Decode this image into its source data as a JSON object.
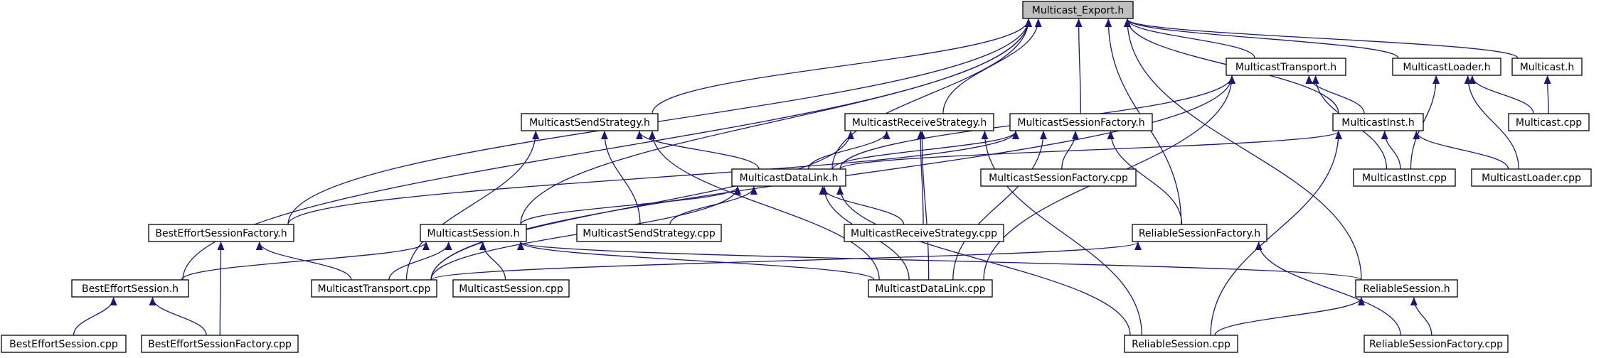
{
  "graph": {
    "nodes": [
      {
        "id": "export_h",
        "label": "Multicast_Export.h",
        "root": true
      },
      {
        "id": "transport_h",
        "label": "MulticastTransport.h"
      },
      {
        "id": "loader_h",
        "label": "MulticastLoader.h"
      },
      {
        "id": "multicast_h",
        "label": "Multicast.h"
      },
      {
        "id": "sendstrategy_h",
        "label": "MulticastSendStrategy.h"
      },
      {
        "id": "receivestrategy_h",
        "label": "MulticastReceiveStrategy.h"
      },
      {
        "id": "sessionfactory_h",
        "label": "MulticastSessionFactory.h"
      },
      {
        "id": "inst_h",
        "label": "MulticastInst.h"
      },
      {
        "id": "multicast_cpp",
        "label": "Multicast.cpp"
      },
      {
        "id": "datalink_h",
        "label": "MulticastDataLink.h"
      },
      {
        "id": "sessionfactory_cpp",
        "label": "MulticastSessionFactory.cpp"
      },
      {
        "id": "inst_cpp",
        "label": "MulticastInst.cpp"
      },
      {
        "id": "loader_cpp",
        "label": "MulticastLoader.cpp"
      },
      {
        "id": "besteffortfactory_h",
        "label": "BestEffortSessionFactory.h"
      },
      {
        "id": "session_h",
        "label": "MulticastSession.h"
      },
      {
        "id": "sendstrategy_cpp",
        "label": "MulticastSendStrategy.cpp"
      },
      {
        "id": "receivestrategy_cpp",
        "label": "MulticastReceiveStrategy.cpp"
      },
      {
        "id": "reliablefactory_h",
        "label": "ReliableSessionFactory.h"
      },
      {
        "id": "besteffortsession_h",
        "label": "BestEffortSession.h"
      },
      {
        "id": "transport_cpp",
        "label": "MulticastTransport.cpp"
      },
      {
        "id": "session_cpp",
        "label": "MulticastSession.cpp"
      },
      {
        "id": "datalink_cpp",
        "label": "MulticastDataLink.cpp"
      },
      {
        "id": "reliablesession_h",
        "label": "ReliableSession.h"
      },
      {
        "id": "besteffortsession_cpp",
        "label": "BestEffortSession.cpp"
      },
      {
        "id": "besteffortfactory_cpp",
        "label": "BestEffortSessionFactory.cpp"
      },
      {
        "id": "reliablesession_cpp",
        "label": "ReliableSession.cpp"
      },
      {
        "id": "reliablefactory_cpp",
        "label": "ReliableSessionFactory.cpp"
      }
    ],
    "edges": [
      [
        "transport_h",
        "export_h"
      ],
      [
        "loader_h",
        "export_h"
      ],
      [
        "multicast_h",
        "export_h"
      ],
      [
        "sendstrategy_h",
        "export_h"
      ],
      [
        "receivestrategy_h",
        "export_h"
      ],
      [
        "sessionfactory_h",
        "export_h"
      ],
      [
        "inst_h",
        "export_h"
      ],
      [
        "datalink_h",
        "export_h"
      ],
      [
        "besteffortfactory_h",
        "export_h"
      ],
      [
        "session_h",
        "export_h"
      ],
      [
        "reliablefactory_h",
        "export_h"
      ],
      [
        "besteffortsession_h",
        "export_h"
      ],
      [
        "reliablesession_h",
        "export_h"
      ],
      [
        "transport_cpp",
        "transport_h"
      ],
      [
        "datalink_h",
        "transport_h"
      ],
      [
        "inst_h",
        "transport_h"
      ],
      [
        "inst_cpp",
        "transport_h"
      ],
      [
        "datalink_cpp",
        "transport_h"
      ],
      [
        "inst_cpp",
        "loader_h"
      ],
      [
        "loader_cpp",
        "loader_h"
      ],
      [
        "multicast_cpp",
        "loader_h"
      ],
      [
        "multicast_cpp",
        "multicast_h"
      ],
      [
        "datalink_h",
        "sendstrategy_h"
      ],
      [
        "transport_cpp",
        "sendstrategy_h"
      ],
      [
        "sendstrategy_cpp",
        "sendstrategy_h"
      ],
      [
        "datalink_cpp",
        "sendstrategy_h"
      ],
      [
        "datalink_h",
        "receivestrategy_h"
      ],
      [
        "transport_cpp",
        "receivestrategy_h"
      ],
      [
        "receivestrategy_cpp",
        "receivestrategy_h"
      ],
      [
        "datalink_cpp",
        "receivestrategy_h"
      ],
      [
        "reliablesession_cpp",
        "receivestrategy_h"
      ],
      [
        "besteffortfactory_h",
        "sessionfactory_h"
      ],
      [
        "datalink_h",
        "sessionfactory_h"
      ],
      [
        "sessionfactory_cpp",
        "sessionfactory_h"
      ],
      [
        "reliablefactory_h",
        "sessionfactory_h"
      ],
      [
        "datalink_cpp",
        "sessionfactory_h"
      ],
      [
        "datalink_h",
        "inst_h"
      ],
      [
        "inst_cpp",
        "inst_h"
      ],
      [
        "loader_cpp",
        "inst_h"
      ],
      [
        "reliablesession_cpp",
        "inst_h"
      ],
      [
        "session_h",
        "datalink_h"
      ],
      [
        "sendstrategy_cpp",
        "datalink_h"
      ],
      [
        "receivestrategy_cpp",
        "datalink_h"
      ],
      [
        "transport_cpp",
        "datalink_h"
      ],
      [
        "datalink_cpp",
        "datalink_h"
      ],
      [
        "reliablesession_cpp",
        "datalink_h"
      ],
      [
        "besteffortfactory_cpp",
        "besteffortfactory_h"
      ],
      [
        "transport_cpp",
        "besteffortfactory_h"
      ],
      [
        "besteffortsession_h",
        "session_h"
      ],
      [
        "transport_cpp",
        "session_h"
      ],
      [
        "session_cpp",
        "session_h"
      ],
      [
        "datalink_cpp",
        "session_h"
      ],
      [
        "reliablesession_h",
        "session_h"
      ],
      [
        "transport_cpp",
        "reliablefactory_h"
      ],
      [
        "reliablefactory_cpp",
        "reliablefactory_h"
      ],
      [
        "besteffortsession_cpp",
        "besteffortsession_h"
      ],
      [
        "besteffortfactory_cpp",
        "besteffortsession_h"
      ],
      [
        "reliablesession_cpp",
        "reliablesession_h"
      ],
      [
        "reliablefactory_cpp",
        "reliablesession_h"
      ]
    ]
  }
}
